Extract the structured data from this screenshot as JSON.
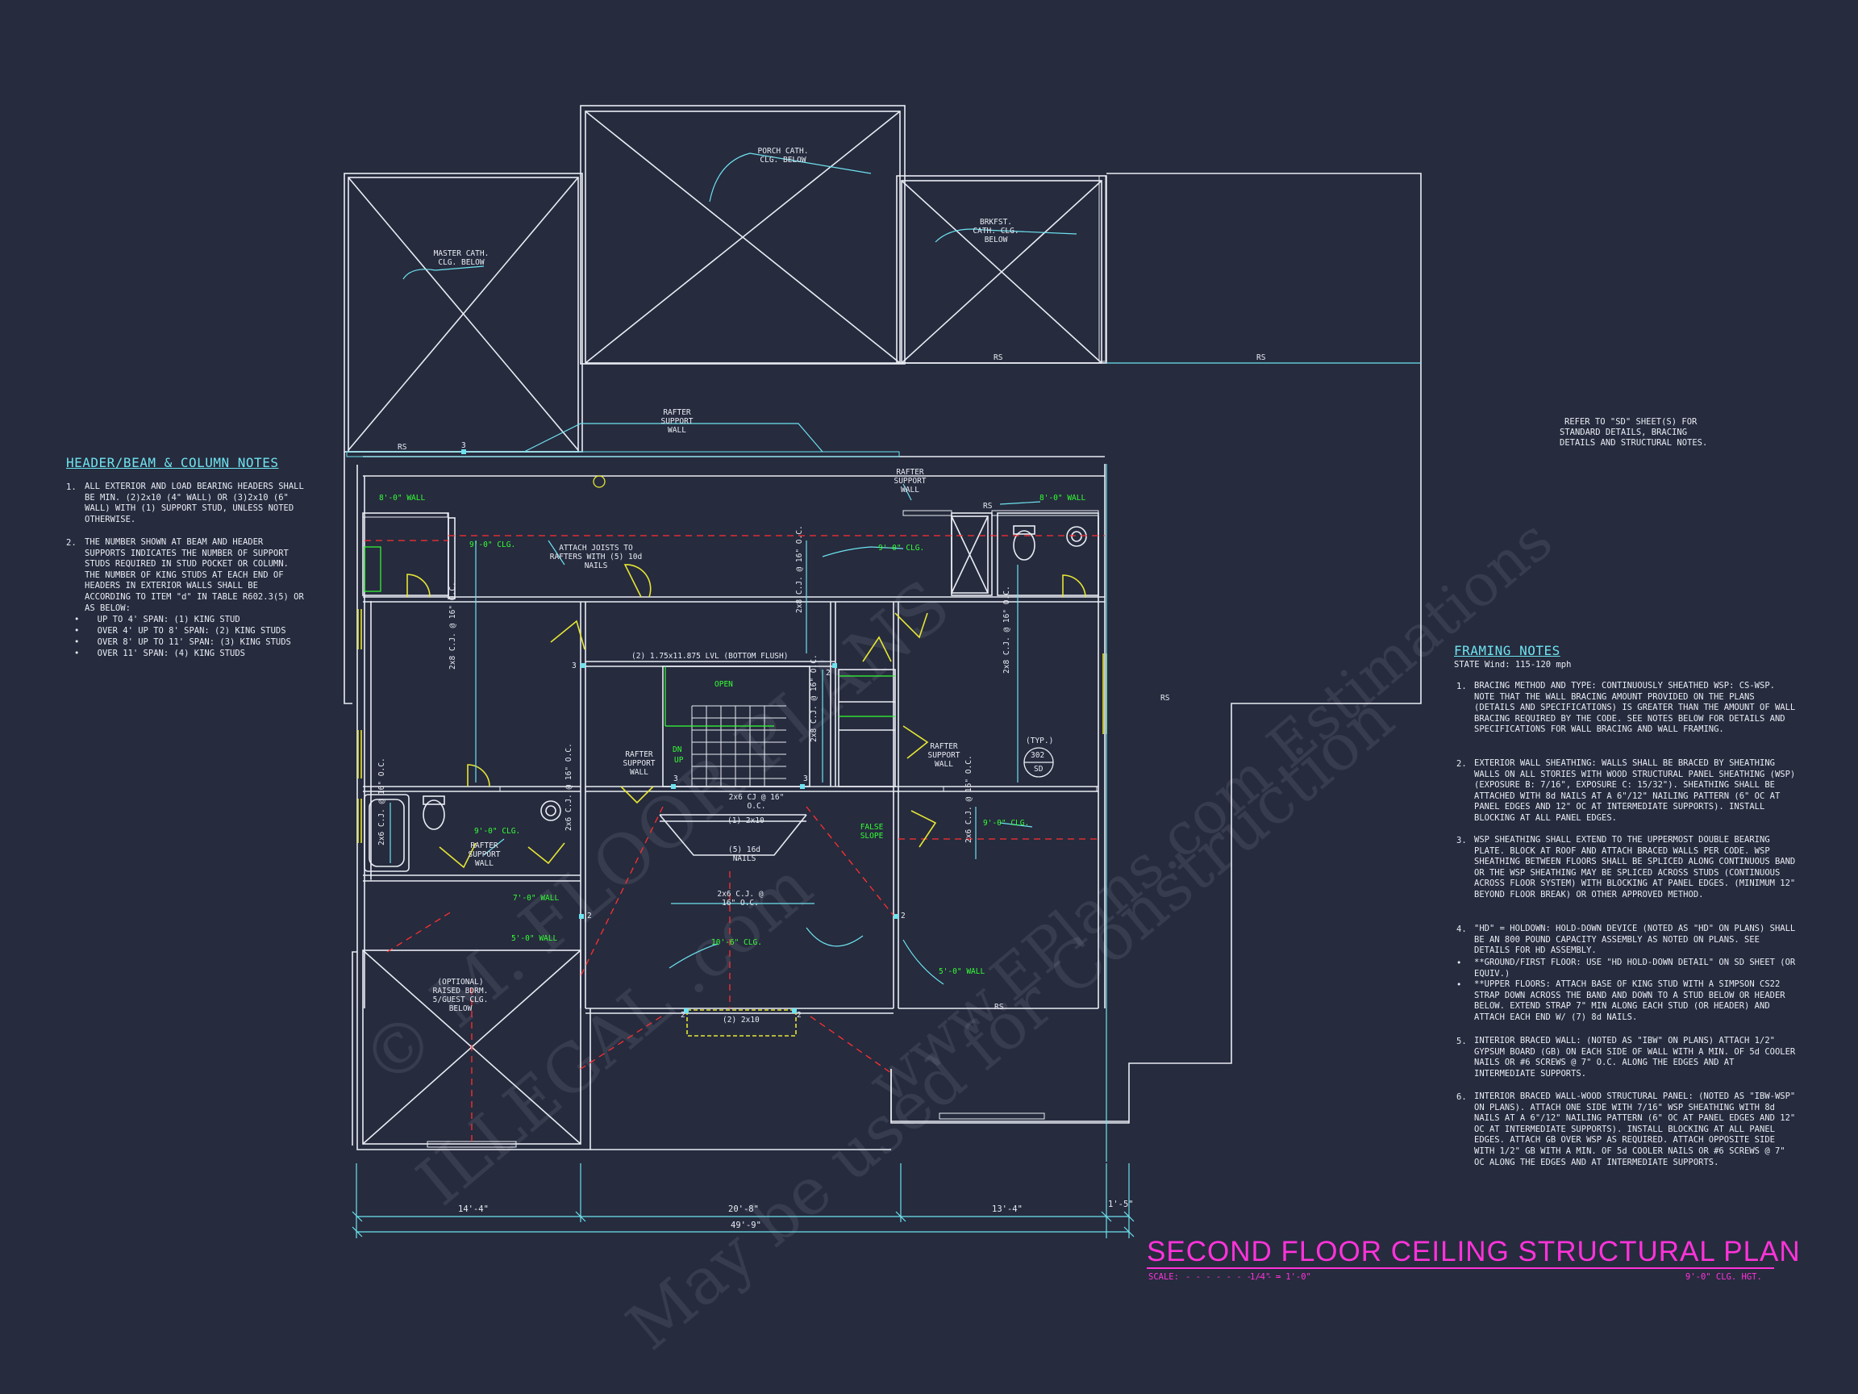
{
  "header_notes": {
    "title": "HEADER/BEAM & COLUMN NOTES",
    "n1_num": "1.",
    "n1_text": "ALL EXTERIOR AND LOAD BEARING HEADERS SHALL BE MIN. (2)2x10 (4\" WALL) OR (3)2x10 (6\" WALL) WITH (1) SUPPORT STUD, UNLESS NOTED OTHERWISE.",
    "n2_num": "2.",
    "n2_text": "THE NUMBER SHOWN AT BEAM AND HEADER SUPPORTS INDICATES THE NUMBER OF SUPPORT STUDS REQUIRED IN STUD POCKET OR COLUMN. THE NUMBER OF KING STUDS AT EACH END OF HEADERS IN EXTERIOR WALLS SHALL BE ACCORDING TO ITEM \"d\" IN TABLE R602.3(5) OR AS BELOW:",
    "bullets": [
      "UP TO 4' SPAN: (1) KING STUD",
      "OVER 4' UP TO 8' SPAN: (2) KING STUDS",
      "OVER 8' UP TO 11' SPAN: (3) KING STUDS",
      "OVER 11' SPAN: (4) KING STUDS"
    ]
  },
  "refer_note": [
    "REFER TO \"SD\" SHEET(S) FOR",
    "STANDARD DETAILS, BRACING",
    "DETAILS AND STRUCTURAL NOTES."
  ],
  "framing_notes": {
    "title": "FRAMING NOTES",
    "subtitle": "STATE Wind: 115-120 mph",
    "items": [
      {
        "num": "1.",
        "text": "BRACING METHOD AND TYPE: CONTINUOUSLY SHEATHED WSP: CS-WSP. NOTE THAT THE WALL BRACING AMOUNT PROVIDED ON THE PLANS (DETAILS AND SPECIFICATIONS) IS GREATER THAN THE AMOUNT OF WALL BRACING REQUIRED BY THE CODE. SEE NOTES BELOW FOR DETAILS AND SPECIFICATIONS FOR WALL BRACING AND WALL FRAMING."
      },
      {
        "num": "2.",
        "text": "EXTERIOR WALL SHEATHING: WALLS SHALL BE BRACED BY SHEATHING WALLS ON ALL STORIES WITH WOOD STRUCTURAL PANEL SHEATHING (WSP) (EXPOSURE B: 7/16\", EXPOSURE C: 15/32\"). SHEATHING SHALL BE ATTACHED WITH 8d NAILS AT A 6\"/12\" NAILING PATTERN (6\" OC AT PANEL EDGES AND 12\" OC AT INTERMEDIATE SUPPORTS). INSTALL BLOCKING AT ALL PANEL EDGES."
      },
      {
        "num": "3.",
        "text": "WSP SHEATHING SHALL EXTEND TO THE UPPERMOST DOUBLE BEARING PLATE. BLOCK AT ROOF AND ATTACH BRACED WALLS PER CODE. WSP SHEATHING BETWEEN FLOORS SHALL BE SPLICED ALONG CONTINUOUS BAND OR THE WSP SHEATHING MAY BE SPLICED ACROSS STUDS (CONTINUOUS ACROSS FLOOR SYSTEM) WITH BLOCKING AT PANEL EDGES. (MINIMUM 12\" BEYOND FLOOR BREAK) OR OTHER APPROVED METHOD."
      },
      {
        "num": "4.",
        "text": "\"HD\" = HOLDOWN: HOLD-DOWN DEVICE (NOTED AS \"HD\" ON PLANS) SHALL BE AN 800 POUND CAPACITY ASSEMBLY AS NOTED ON PLANS. SEE DETAILS FOR HD ASSEMBLY."
      },
      {
        "num": "•",
        "text": "**GROUND/FIRST FLOOR: USE \"HD HOLD-DOWN DETAIL\" ON SD SHEET (OR EQUIV.)"
      },
      {
        "num": "•",
        "text": "**UPPER FLOORS: ATTACH BASE OF KING STUD WITH A SIMPSON CS22 STRAP DOWN ACROSS THE BAND AND DOWN TO A STUD BELOW OR HEADER BELOW. EXTEND STRAP 7\" MIN ALONG EACH STUD (OR HEADER) AND ATTACH EACH END W/ (7) 8d NAILS."
      },
      {
        "num": "5.",
        "text": "INTERIOR BRACED WALL: (NOTED AS \"IBW\" ON PLANS) ATTACH 1/2\" GYPSUM BOARD (GB) ON EACH SIDE OF WALL WITH A MIN. OF 5d COOLER NAILS OR #6 SCREWS @ 7\" O.C. ALONG THE EDGES AND AT INTERMEDIATE SUPPORTS."
      },
      {
        "num": "6.",
        "text": "INTERIOR BRACED WALL-WOOD STRUCTURAL PANEL: (NOTED AS \"IBW-WSP\" ON PLANS). ATTACH ONE SIDE WITH 7/16\" WSP SHEATHING WITH 8d NAILS AT A 6\"/12\" NAILING PATTERN (6\" OC AT PANEL EDGES AND 12\" OC AT INTERMEDIATE SUPPORTS). INSTALL BLOCKING AT ALL PANEL EDGES. ATTACH GB OVER WSP AS REQUIRED. ATTACH OPPOSITE SIDE WITH 1/2\" GB WITH A MIN. OF 5d COOLER NAILS OR #6 SCREWS @ 7\" OC ALONG THE EDGES AND AT INTERMEDIATE SUPPORTS."
      }
    ]
  },
  "title_block": {
    "title": "SECOND FLOOR CEILING STRUCTURAL PLAN",
    "scale_label": "SCALE:",
    "scale_value": "1/4\" = 1'-0\"",
    "height": "9'-0\" CLG. HGT."
  },
  "plan": {
    "porch": "PORCH CATH. CLG. BELOW",
    "master": "MASTER CATH. CLG. BELOW",
    "brkfst": "BRKFST. CATH. CLG. BELOW",
    "guest": "(OPTIONAL) RAISED BDRM. 5/GUEST CLG. BELOW",
    "rafter_support": "RAFTER SUPPORT WALL",
    "attach_joists": "ATTACH JOISTS TO RAFTERS WITH (5) 10d NAILS",
    "lvl": "(2) 1.75x11.875 LVL (BOTTOM FLUSH)",
    "open": "OPEN",
    "dn": "DN",
    "up": "UP",
    "cj_2x6_16": "2x6 C.J. @ 16\" O.C.",
    "cj_2x8_16": "2x8 C.J. @ 16\" O.C.",
    "cj_2x6_small": "2x6 CJ @ 16\" O.C.",
    "header_1_2x10": "(1) 2x10",
    "header_2_2x10": "(2) 2x10",
    "nails_5_16d": "(5) 16d NAILS",
    "false_slope": "FALSE SLOPE",
    "typ": "(TYP.)",
    "section_num": "302",
    "section_sheet": "SD",
    "rs": "RS",
    "wall_8": "8'-0\" WALL",
    "wall_7": "7'-0\" WALL",
    "wall_5": "5'-0\" WALL",
    "clg_9": "9'-0\" CLG.",
    "clg_10_6": "10'-6\" CLG.",
    "stud_3": "3",
    "stud_2": "2"
  },
  "dimensions": {
    "d1": "14'-4\"",
    "d2": "20'-8\"",
    "d3": "13'-4\"",
    "d4": "1'-5\"",
    "total": "49'-9\""
  },
  "watermark": [
    "© M. FLOOR PLANS",
    "ILLEGAL .com",
    "May be used for Construction",
    "www.EPlans.com Estimations"
  ],
  "colors": {
    "background": "#262b3e",
    "linework": "#e9ecf3",
    "annotation": "#6ee3ef",
    "wall_label": "#33ff33",
    "title": "#ff33d9",
    "door": "#e6e633",
    "hidden": "#ff3030"
  }
}
